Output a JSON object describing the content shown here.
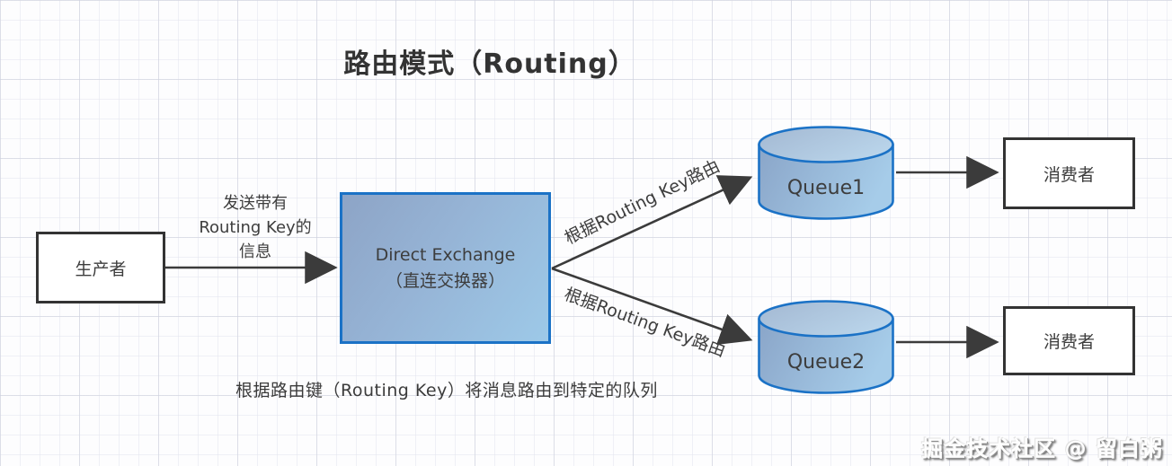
{
  "title": "路由模式（Routing）",
  "nodes": {
    "producer": {
      "label": "生产者"
    },
    "exchange": {
      "label": "Direct Exchange（直连交换器）"
    },
    "queue1": {
      "label": "Queue1"
    },
    "queue2": {
      "label": "Queue2"
    },
    "consumer1": {
      "label": "消费者"
    },
    "consumer2": {
      "label": "消费者"
    }
  },
  "edge_labels": {
    "send": [
      "发送带有",
      "Routing Key的",
      "信息"
    ],
    "route_top": "根据Routing Key路由",
    "route_bottom": "根据Routing Key路由"
  },
  "caption": "根据路由键（Routing Key）将消息路由到特定的队列",
  "watermark": "掘金技术社区 @ 留白粥",
  "colors": {
    "accent_blue": "#1b72c6",
    "node_gradient_start": "#8da4c6",
    "node_gradient_end": "#a4cdea",
    "cylinder_top": "#aac0d9",
    "arrow": "#3b3b3b",
    "text": "#3d3d3d",
    "box_border": "#333333",
    "background": "#fdfdfe"
  }
}
